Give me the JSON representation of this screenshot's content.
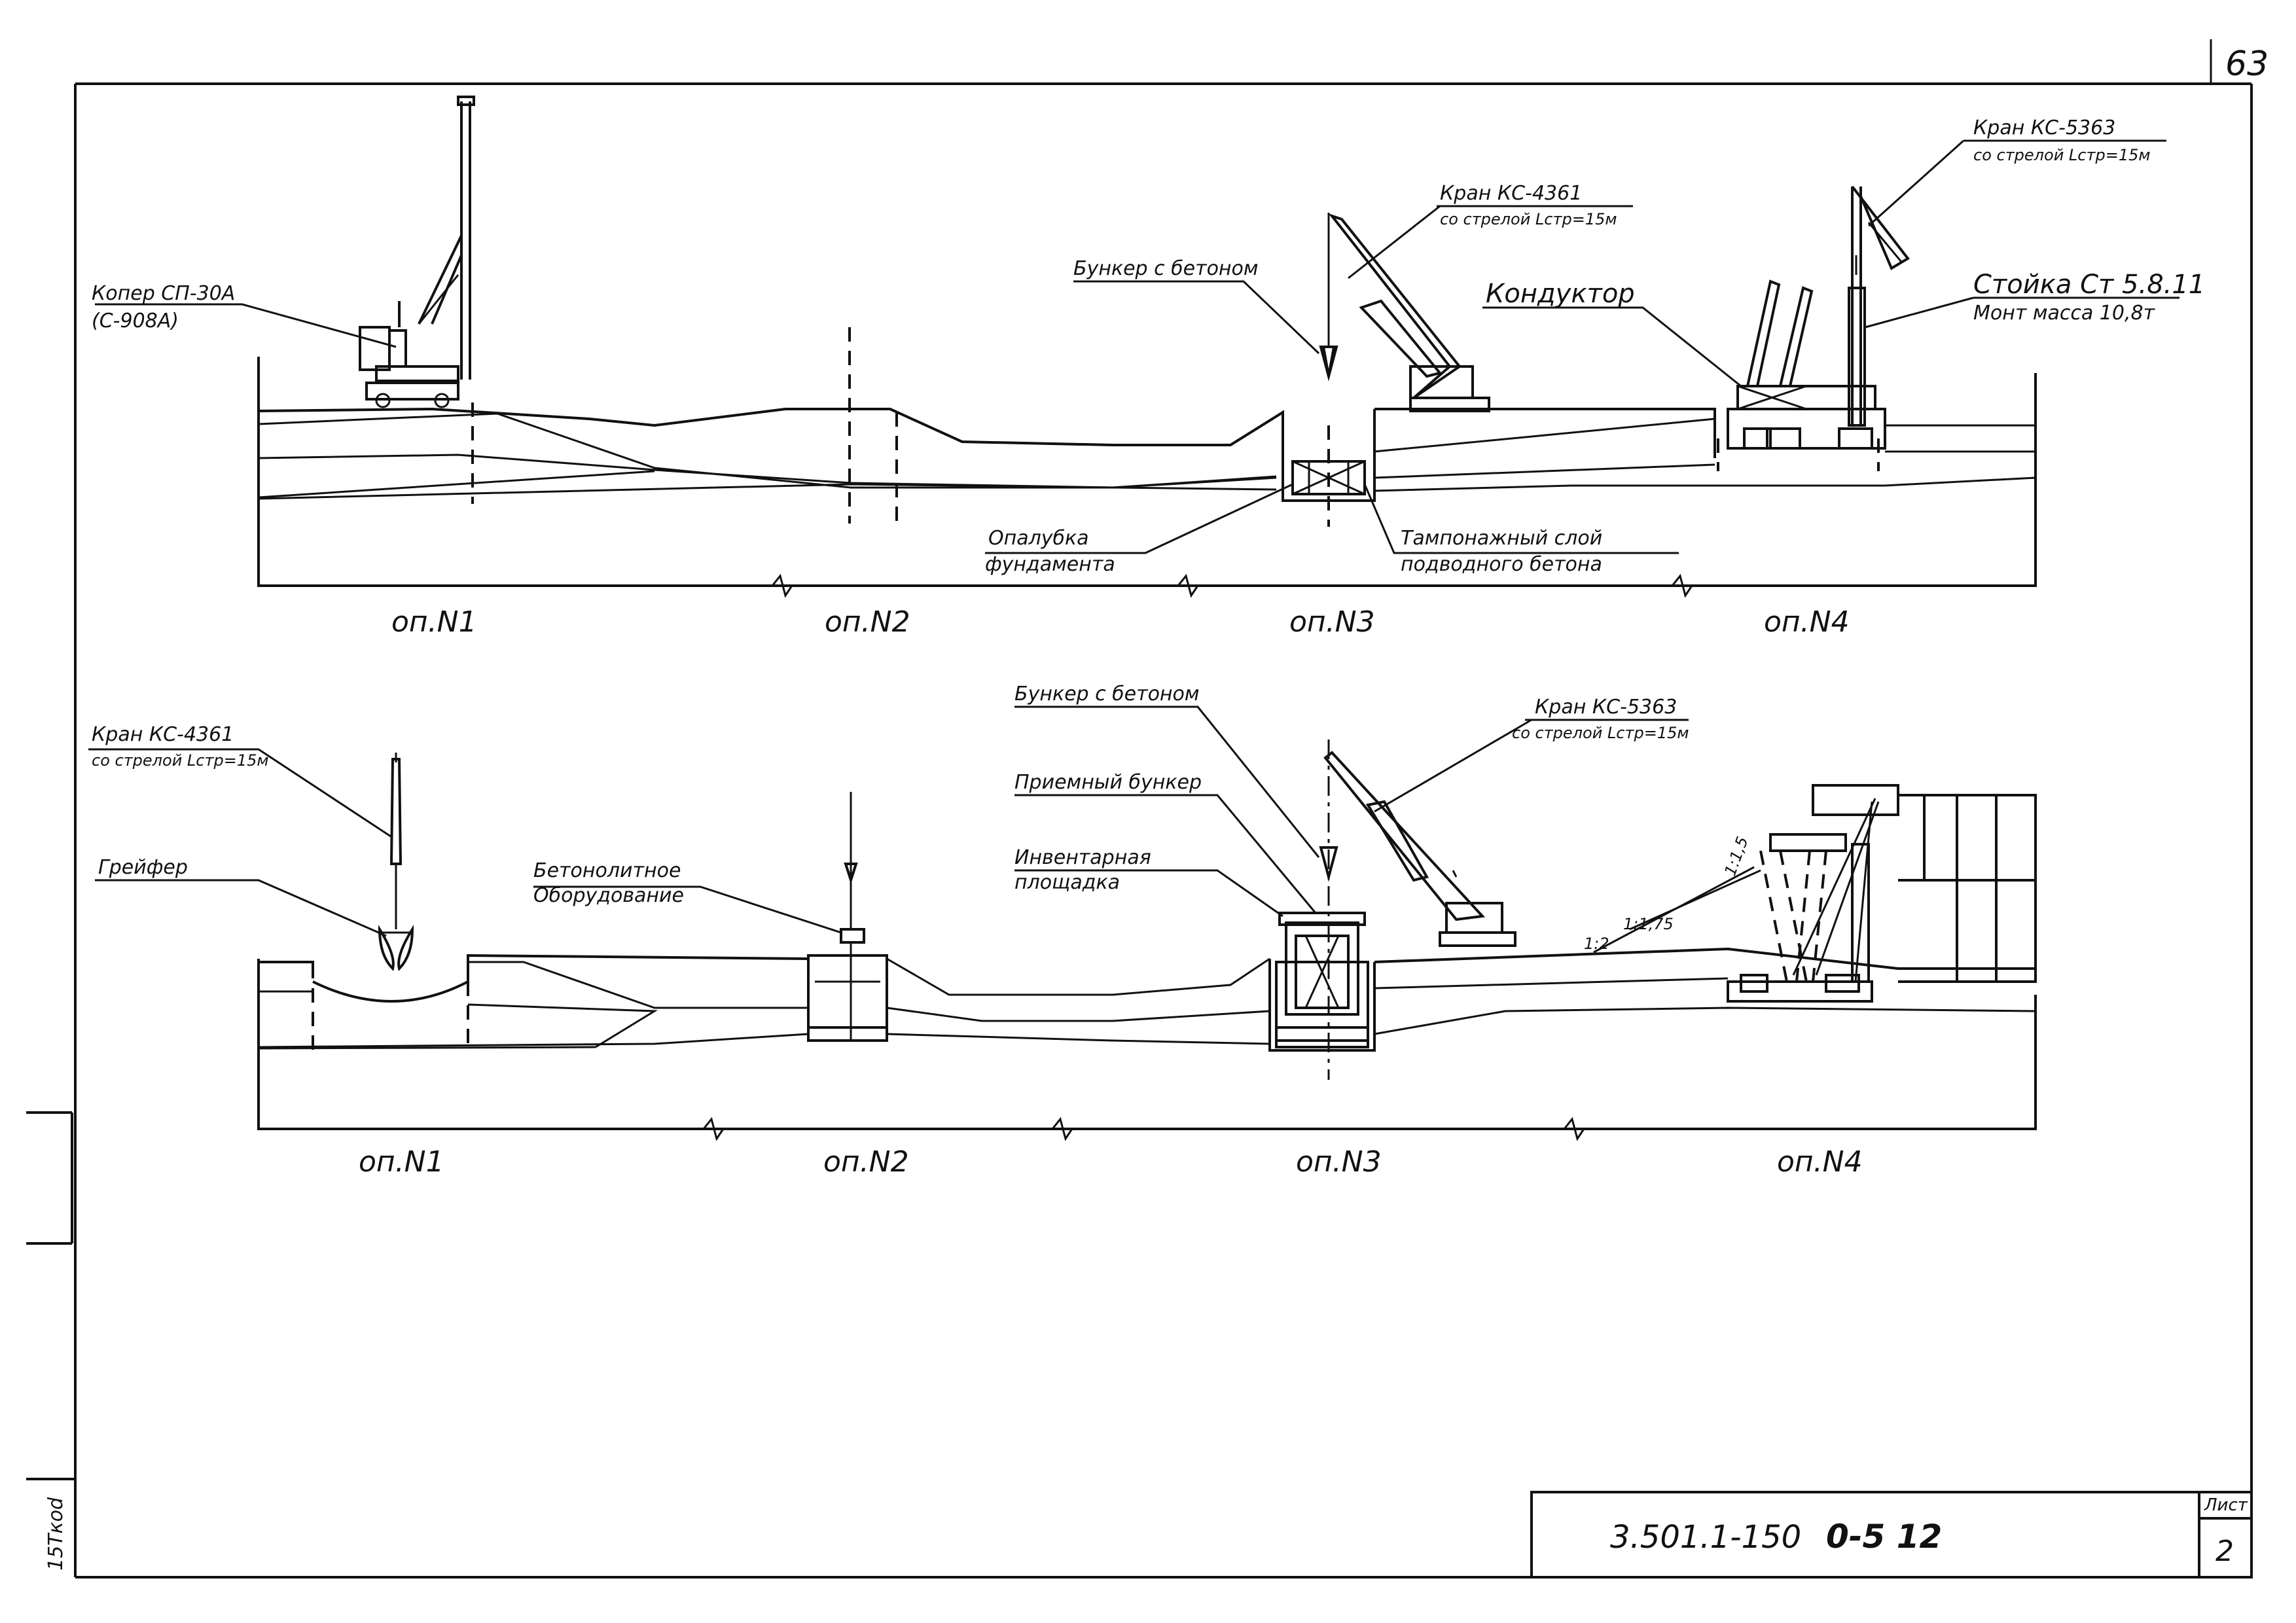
{
  "sheet_number": "63",
  "stamp": "15Ткоd",
  "top_view": {
    "labels": {
      "kopr": "Копер СП-30А",
      "kopr_alt": "(С-908А)",
      "crane1": "Кран КС-4361",
      "crane1_boom": "со стрелой Lстр=15м",
      "bunker": "Бункер с бетоном",
      "konduktor": "Кондуктор",
      "crane2": "Кран КС-5363",
      "crane2_boom": "со стрелой Lстр=15м",
      "stoika": "Стойка Ст 5.8.11",
      "stoika_mass": "Монт масса 10,8т",
      "opalubka_1": "Опалубка",
      "opalubka_2": "фундамента",
      "tampon_1": "Тампонажный слой",
      "tampon_2": "подводного бетона"
    },
    "piers": [
      "оп.N1",
      "оп.N2",
      "оп.N3",
      "оп.N4"
    ]
  },
  "bottom_view": {
    "labels": {
      "crane1": "Кран КС-4361",
      "crane1_boom": "со стрелой Lстр=15м",
      "greifer": "Грейфер",
      "betonolit_1": "Бетонолитное",
      "betonolit_2": "Оборудование",
      "bunker": "Бункер с бетоном",
      "priemny": "Приемный бункер",
      "inventar_1": "Инвентарная",
      "inventar_2": "площадка",
      "crane2": "Кран КС-5363",
      "crane2_boom": "со стрелой Lстр=15м",
      "slope_1": "1:2",
      "slope_2": "1:1,75",
      "slope_3": "1:1,5"
    },
    "piers": [
      "оп.N1",
      "оп.N2",
      "оп.N3",
      "оп.N4"
    ]
  },
  "title_block": {
    "code": "3.501.1-150",
    "sheet_code": "0-5 12",
    "list_label": "Лист",
    "list_number": "2"
  }
}
